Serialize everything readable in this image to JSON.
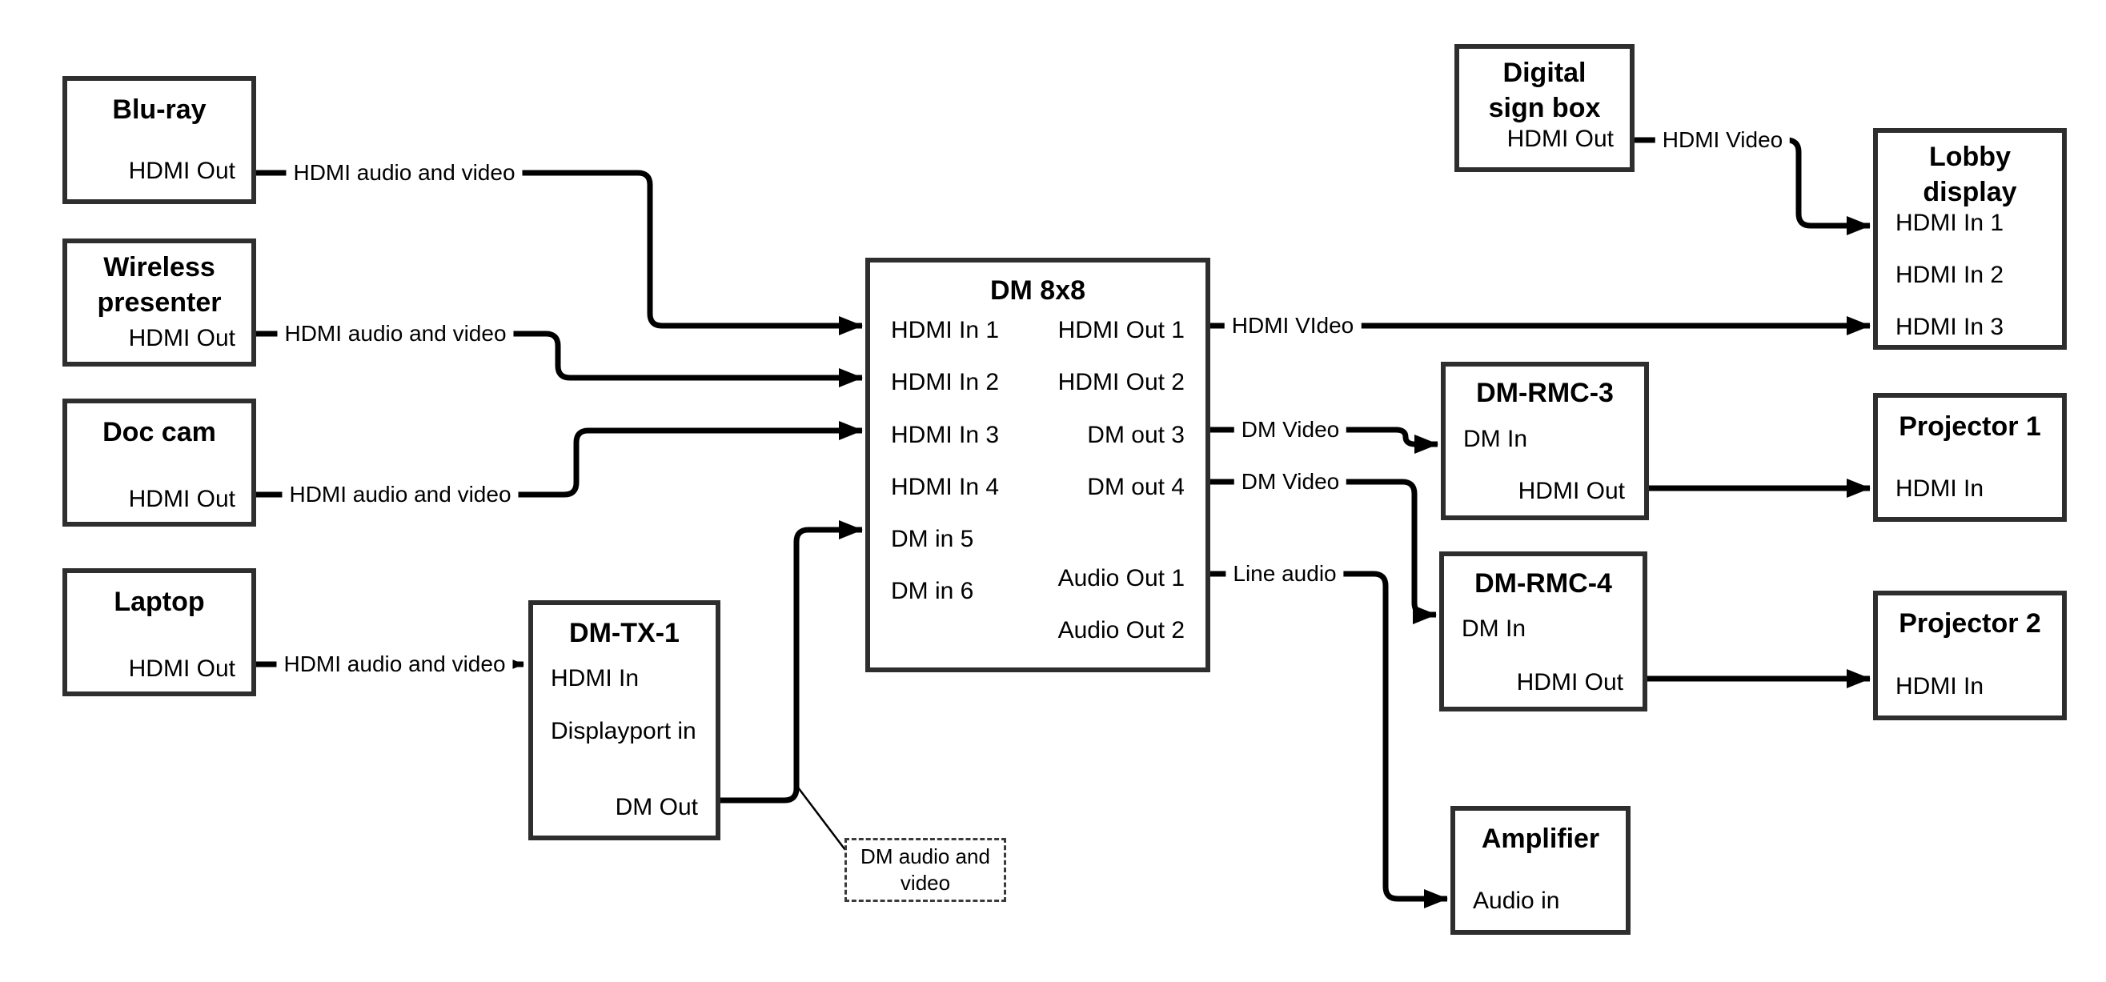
{
  "colors": {
    "wire": "#000000",
    "box_border": "#2e2e2e",
    "text": "#000000",
    "background": "#ffffff"
  },
  "nodes": {
    "bluray": {
      "title": "Blu-ray",
      "port_hdmi_out": "HDMI Out"
    },
    "wireless_presenter": {
      "title": "Wireless presenter",
      "port_hdmi_out": "HDMI Out"
    },
    "doc_cam": {
      "title": "Doc cam",
      "port_hdmi_out": "HDMI Out"
    },
    "laptop": {
      "title": "Laptop",
      "port_hdmi_out": "HDMI Out"
    },
    "dm_tx_1": {
      "title": "DM-TX-1",
      "port_hdmi_in": "HDMI In",
      "port_displayport_in": "Displayport in",
      "port_dm_out": "DM Out"
    },
    "dm_8x8": {
      "title": "DM 8x8",
      "inputs": [
        "HDMI In 1",
        "HDMI In 2",
        "HDMI In 3",
        "HDMI In 4",
        "DM in 5",
        "DM in 6"
      ],
      "outputs": [
        "HDMI Out 1",
        "HDMI Out 2",
        "DM out 3",
        "DM out 4",
        "Audio Out 1",
        "Audio Out 2"
      ]
    },
    "digital_sign_box": {
      "title": "Digital sign box",
      "port_hdmi_out": "HDMI Out"
    },
    "lobby_display": {
      "title": "Lobby display",
      "inputs": [
        "HDMI In 1",
        "HDMI In 2",
        "HDMI In 3"
      ]
    },
    "dm_rmc_3": {
      "title": "DM-RMC-3",
      "port_dm_in": "DM In",
      "port_hdmi_out": "HDMI Out"
    },
    "projector_1": {
      "title": "Projector 1",
      "port_hdmi_in": "HDMI In"
    },
    "dm_rmc_4": {
      "title": "DM-RMC-4",
      "port_dm_in": "DM In",
      "port_hdmi_out": "HDMI Out"
    },
    "projector_2": {
      "title": "Projector 2",
      "port_hdmi_in": "HDMI In"
    },
    "amplifier": {
      "title": "Amplifier",
      "port_audio_in": "Audio in"
    }
  },
  "edge_labels": {
    "bluray_to_dm8x8": "HDMI audio and video",
    "wireless_to_dm8x8": "HDMI audio and video",
    "doccam_to_dm8x8": "HDMI audio and video",
    "laptop_to_dmtx1": "HDMI audio and video",
    "dm8x8_to_lobby": "HDMI VIdeo",
    "dm8x8_to_rmc3": "DM Video",
    "dm8x8_to_rmc4": "DM Video",
    "dm8x8_to_amplifier": "Line audio",
    "digitalsign_to_lobby": "HDMI Video"
  },
  "callout": {
    "text": "DM audio and video"
  }
}
